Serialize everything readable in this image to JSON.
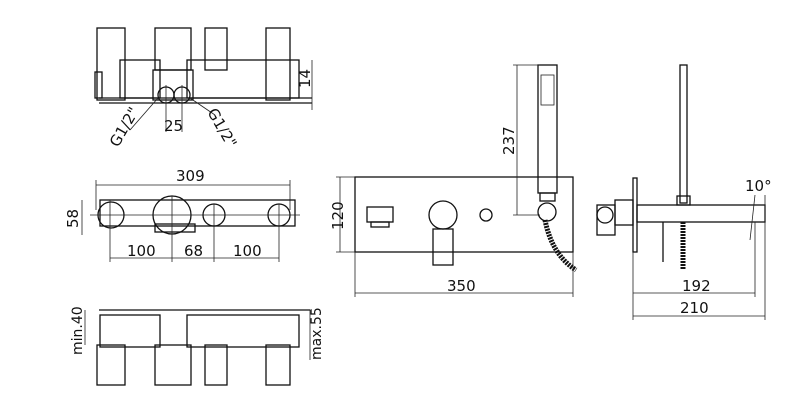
{
  "top_view": {
    "height_dim": "14",
    "inlet_left": "G1/2\"",
    "inlet_right": "G1/2\"",
    "inlet_spacing": "25"
  },
  "front_body_view": {
    "width": "309",
    "depth": "58",
    "spacing_left": "100",
    "spacing_mid": "68",
    "spacing_right": "100"
  },
  "bottom_view": {
    "min_depth": "min.40",
    "max_depth": "max.55"
  },
  "front_view": {
    "plate_height": "120",
    "plate_width": "350",
    "handshower_length": "237"
  },
  "side_view": {
    "angle": "10°",
    "spout_projection": "192",
    "total_projection": "210"
  }
}
